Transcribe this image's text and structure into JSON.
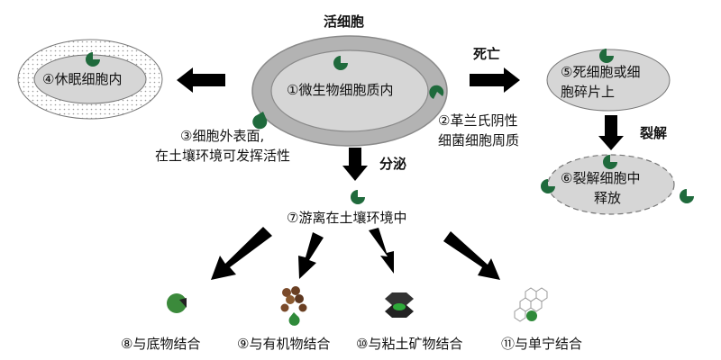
{
  "header": {
    "live_cell": "活细胞"
  },
  "nodes": {
    "cytoplasm": "①微生物细胞质内",
    "periplasm": {
      "line1": "②革兰氏阴性",
      "line2": "细菌细胞周质"
    },
    "cell_surface": {
      "line1": "③细胞外表面,",
      "line2": "在土壤环境可发挥活性"
    },
    "dormant": "④休眠细胞内",
    "dead_cell": {
      "line1": "⑤死细胞或细",
      "line2": "胞碎片上"
    },
    "lysed": {
      "line1": "⑥裂解细胞中",
      "line2": "释放"
    },
    "free": "⑦游离在土壤环境中",
    "substrate": "⑧与底物结合",
    "organic": "⑨与有机物结合",
    "clay": "⑩与粘土矿物结合",
    "tannin": "⑪与单宁结合"
  },
  "arrow_labels": {
    "death": "死亡",
    "lysis": "裂解",
    "secretion": "分泌"
  },
  "colors": {
    "enzyme_green": "#1f6a3c",
    "outer_gray": "#b3b3b3",
    "inner_gray": "#d6d6d6",
    "arrow": "#000000"
  }
}
